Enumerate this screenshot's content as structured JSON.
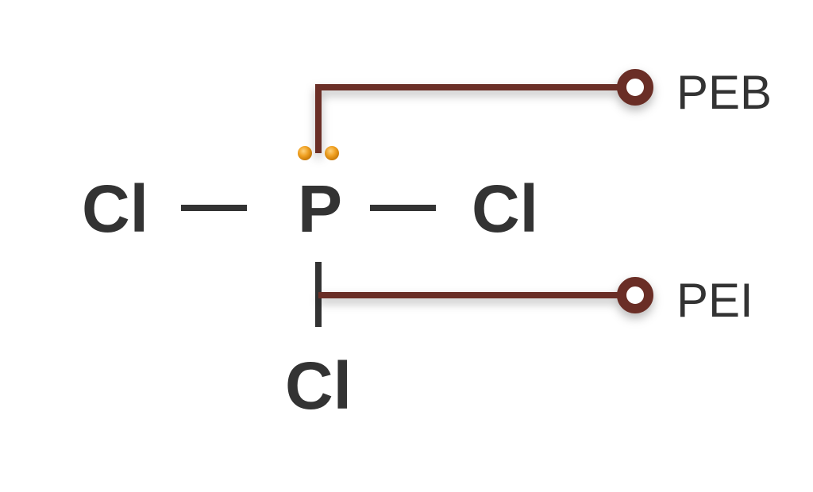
{
  "molecule": {
    "atoms": {
      "left_cl": "Cl",
      "center_p": "P",
      "right_cl": "Cl",
      "bottom_cl": "Cl"
    }
  },
  "callouts": {
    "lone_pair_label": "PEB",
    "bond_pair_label": "PEI"
  },
  "colors": {
    "atom_text": "#333333",
    "bond": "#333333",
    "callout_line": "#6b2e25",
    "lone_pair_dot": "#f0a020"
  }
}
